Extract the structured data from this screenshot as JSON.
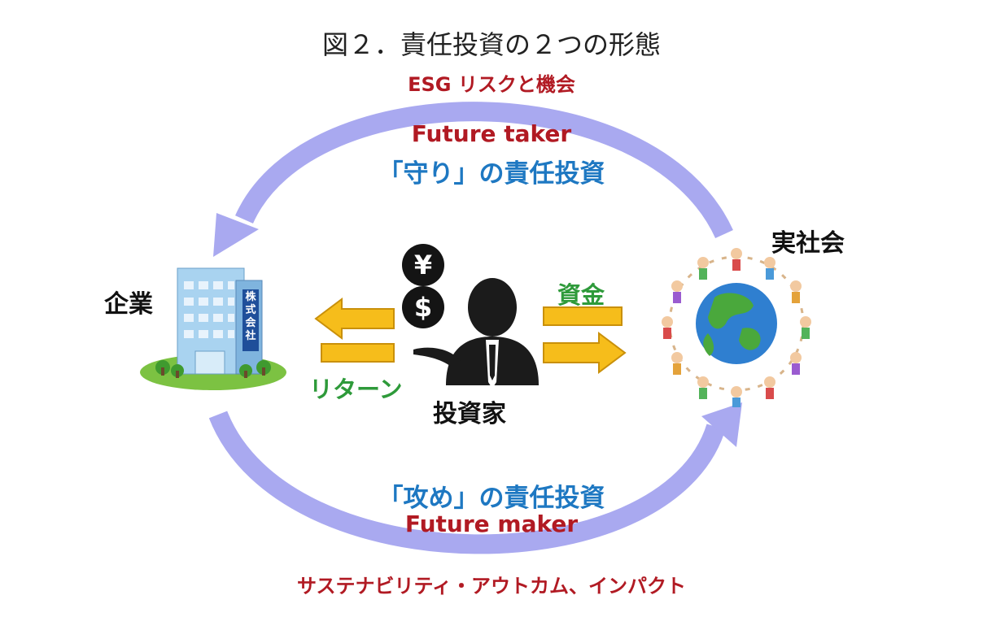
{
  "title": "図２．責任投資の２つの形態",
  "top": {
    "risk_label": "ESG リスクと機会",
    "role_label": "Future taker",
    "type_label": "「守り」の責任投資"
  },
  "bottom": {
    "type_label": "「攻め」の責任投資",
    "role_label": "Future maker",
    "outcome_label": "サステナビリティ・アウトカム、インパクト"
  },
  "nodes": {
    "company_label": "企業",
    "company_sign": "株式会社",
    "investor_label": "投資家",
    "society_label": "実社会"
  },
  "flows": {
    "funds_label": "資金",
    "return_label": "リターン"
  },
  "icons": {
    "yen_symbol": "¥",
    "dollar_symbol": "$"
  },
  "colors": {
    "arc": "#a9a9f0",
    "flow_arrow": "#f6bd1b",
    "flow_arrow_border": "#c9900a",
    "red_text": "#b11a23",
    "blue_text": "#1e78c2",
    "green_text": "#2e9a3a"
  }
}
